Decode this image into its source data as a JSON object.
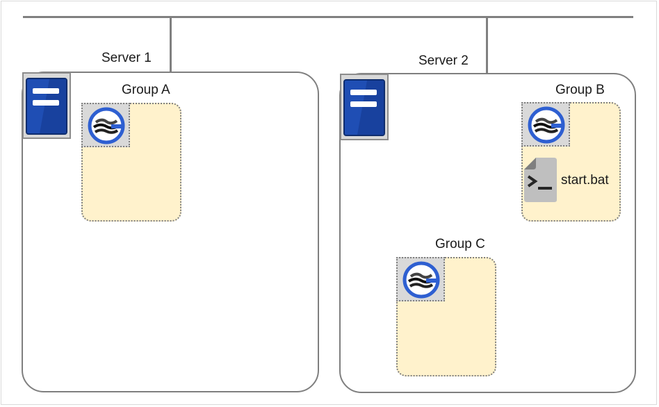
{
  "servers": [
    {
      "label": "Server 1",
      "icon": "server-icon"
    },
    {
      "label": "Server 2",
      "icon": "server-icon"
    }
  ],
  "groups": [
    {
      "label": "Group A",
      "icon": "group-icon"
    },
    {
      "label": "Group B",
      "icon": "group-icon"
    },
    {
      "label": "Group C",
      "icon": "group-icon"
    }
  ],
  "script": {
    "label": "start.bat",
    "icon": "script-icon"
  },
  "colors": {
    "group_fill": "#fff2cc",
    "server_icon": "#1f4eb4",
    "group_ring": "#2e5fd1",
    "line": "#808080"
  }
}
